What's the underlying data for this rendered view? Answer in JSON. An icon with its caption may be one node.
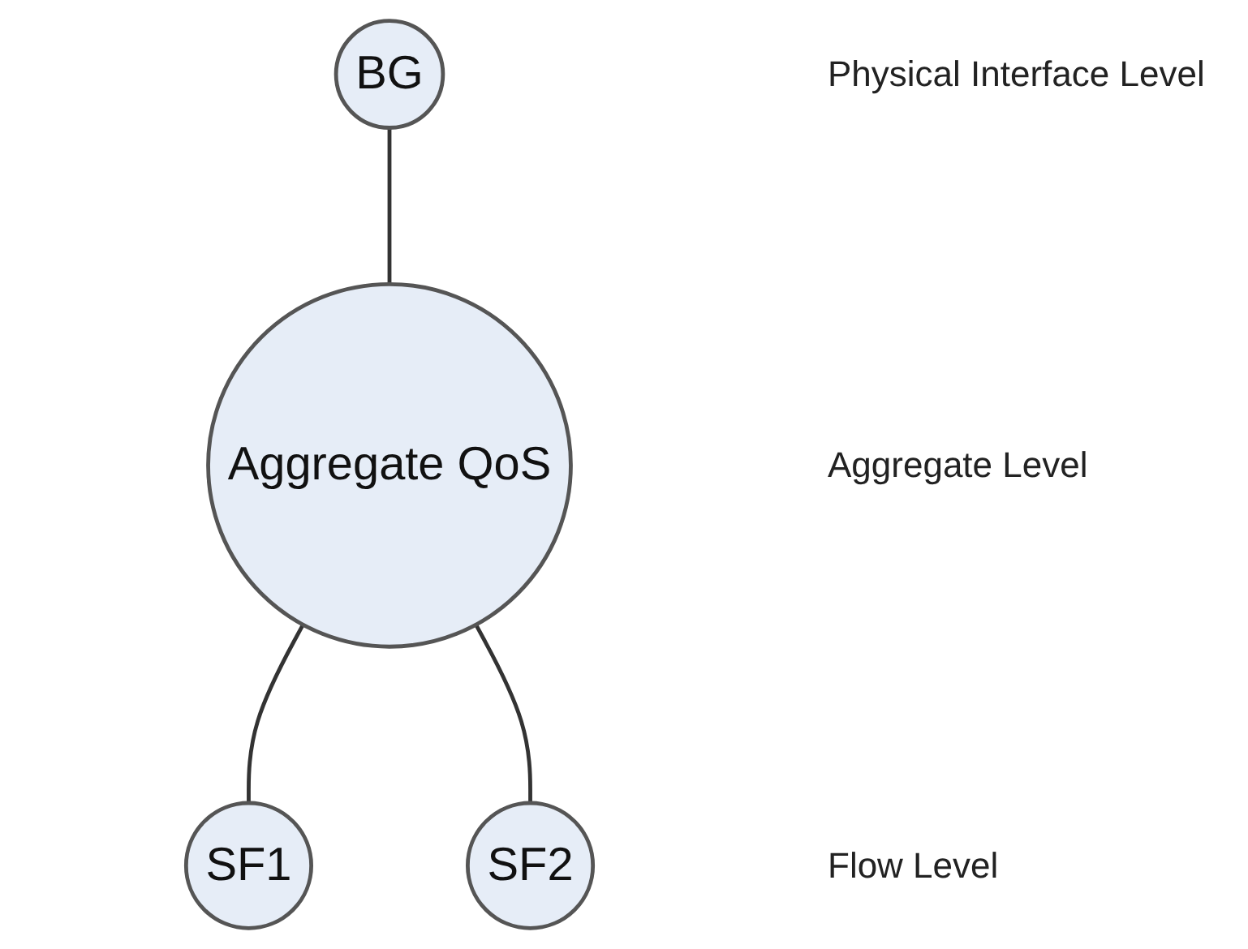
{
  "diagram": {
    "nodes": [
      {
        "text": [
          "BG"
        ]
      },
      {
        "text": [
          "Aggregate QoS"
        ]
      },
      {
        "text": [
          "SF1"
        ]
      },
      {
        "text": [
          "SF2"
        ]
      }
    ],
    "edges": [
      {
        "from": 0,
        "to": 1,
        "arrow": "none"
      },
      {
        "from": 1,
        "to": 2,
        "arrow": "none"
      },
      {
        "from": 1,
        "to": 3,
        "arrow": "none"
      }
    ],
    "labels": [
      "Physical Interface Level",
      "Aggregate Level",
      "Flow Level"
    ]
  }
}
